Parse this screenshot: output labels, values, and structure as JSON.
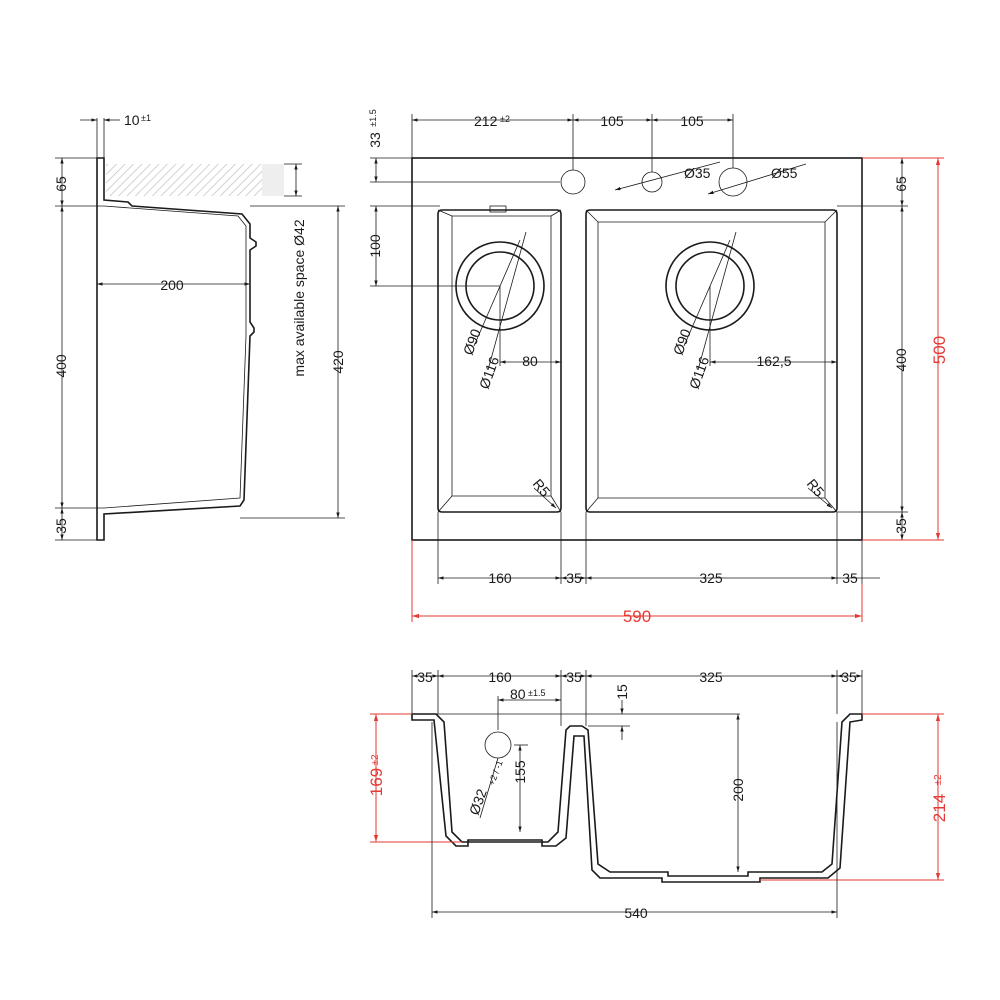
{
  "colors": {
    "line": "#1a1a1a",
    "accent": "#e53935"
  },
  "side_view": {
    "wall_thickness": "10",
    "wall_tol": "±1",
    "rim_height": "65",
    "inner_width": "200",
    "basin_height": "400",
    "overall_height": "420",
    "bottom": "35",
    "space_label": "max available space Ø42"
  },
  "top_view": {
    "tap_offset": "212",
    "tap_offset_tol": "±2",
    "spacing_1": "105",
    "spacing_2": "105",
    "edge_offset": "33",
    "edge_offset_tol": "±1.5",
    "hole_small": "Ø35",
    "hole_large": "Ø55",
    "drain_offset": "100",
    "drain_inner": "Ø90",
    "drain_outer": "Ø116",
    "left_drain_x": "80",
    "right_drain_x": "162,5",
    "radius": "R5",
    "right_top": "65",
    "right_basin": "400",
    "right_bottom": "35",
    "total_depth": "500",
    "left_bowl": "160",
    "divider": "35",
    "right_bowl": "325",
    "right_rim": "35",
    "total_width": "590"
  },
  "section_view": {
    "left_rim": "35",
    "left_bowl": "160",
    "divider": "35",
    "right_bowl": "325",
    "right_rim": "35",
    "drain_pos": "80",
    "drain_pos_tol": "±1.5",
    "divider_drop": "15",
    "drain_dia": "Ø32",
    "drain_dia_tol": "+2 / -1",
    "left_depth": "155",
    "right_depth": "200",
    "left_height": "169",
    "left_height_tol": "±2",
    "right_height": "214",
    "right_height_tol": "±2",
    "bottom_width": "540"
  }
}
